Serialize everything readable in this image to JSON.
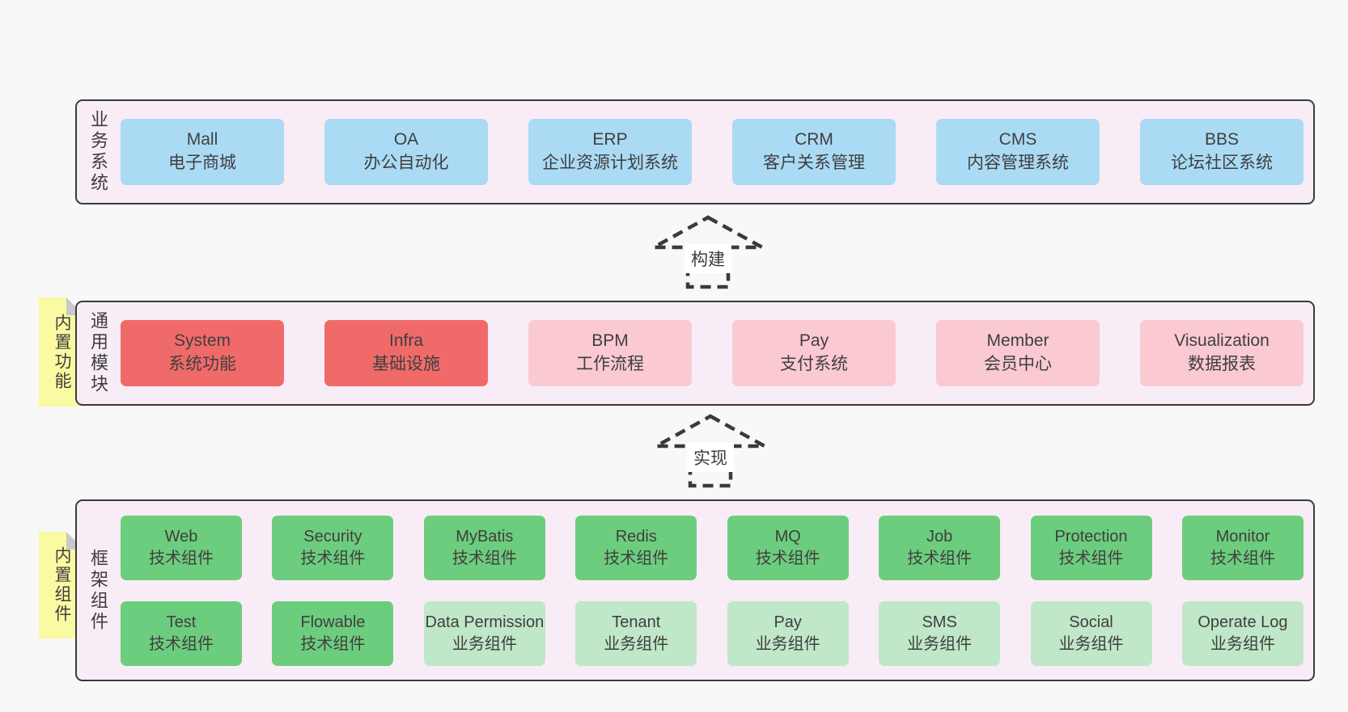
{
  "colors": {
    "page_bg": "#f8f8f8",
    "panel_bg": "#f8edf6",
    "panel_border": "#3a3a3a",
    "blue": "#abdbf4",
    "red": "#f16a6a",
    "pink": "#fbc9d2",
    "green": "#6dcd7e",
    "light_green": "#c0e7c8",
    "note_yellow": "#fafaa2",
    "note_fold": "#c9c9c9",
    "text": "#3d3d3d"
  },
  "sections": {
    "business": {
      "label": "业务系统",
      "items": [
        {
          "name": "Mall",
          "desc": "电子商城"
        },
        {
          "name": "OA",
          "desc": "办公自动化"
        },
        {
          "name": "ERP",
          "desc": "企业资源计划系统"
        },
        {
          "name": "CRM",
          "desc": "客户关系管理"
        },
        {
          "name": "CMS",
          "desc": "内容管理系统"
        },
        {
          "name": "BBS",
          "desc": "论坛社区系统"
        }
      ]
    },
    "build_arrow": {
      "label": "构建"
    },
    "modules": {
      "label": "通用模块",
      "note": "内置功能",
      "items": [
        {
          "name": "System",
          "desc": "系统功能",
          "variant": "red"
        },
        {
          "name": "Infra",
          "desc": "基础设施",
          "variant": "red"
        },
        {
          "name": "BPM",
          "desc": "工作流程",
          "variant": "pink"
        },
        {
          "name": "Pay",
          "desc": "支付系统",
          "variant": "pink"
        },
        {
          "name": "Member",
          "desc": "会员中心",
          "variant": "pink"
        },
        {
          "name": "Visualization",
          "desc": "数据报表",
          "variant": "pink"
        }
      ]
    },
    "implement_arrow": {
      "label": "实现"
    },
    "framework": {
      "label": "框架组件",
      "note": "内置组件",
      "row1": [
        {
          "name": "Web",
          "desc": "技术组件",
          "variant": "green"
        },
        {
          "name": "Security",
          "desc": "技术组件",
          "variant": "green"
        },
        {
          "name": "MyBatis",
          "desc": "技术组件",
          "variant": "green"
        },
        {
          "name": "Redis",
          "desc": "技术组件",
          "variant": "green"
        },
        {
          "name": "MQ",
          "desc": "技术组件",
          "variant": "green"
        },
        {
          "name": "Job",
          "desc": "技术组件",
          "variant": "green"
        },
        {
          "name": "Protection",
          "desc": "技术组件",
          "variant": "green"
        },
        {
          "name": "Monitor",
          "desc": "技术组件",
          "variant": "green"
        }
      ],
      "row2": [
        {
          "name": "Test",
          "desc": "技术组件",
          "variant": "green"
        },
        {
          "name": "Flowable",
          "desc": "技术组件",
          "variant": "green"
        },
        {
          "name": "Data Permission",
          "desc": "业务组件",
          "variant": "light_green"
        },
        {
          "name": "Tenant",
          "desc": "业务组件",
          "variant": "light_green"
        },
        {
          "name": "Pay",
          "desc": "业务组件",
          "variant": "light_green"
        },
        {
          "name": "SMS",
          "desc": "业务组件",
          "variant": "light_green"
        },
        {
          "name": "Social",
          "desc": "业务组件",
          "variant": "light_green"
        },
        {
          "name": "Operate Log",
          "desc": "业务组件",
          "variant": "light_green"
        }
      ]
    }
  }
}
